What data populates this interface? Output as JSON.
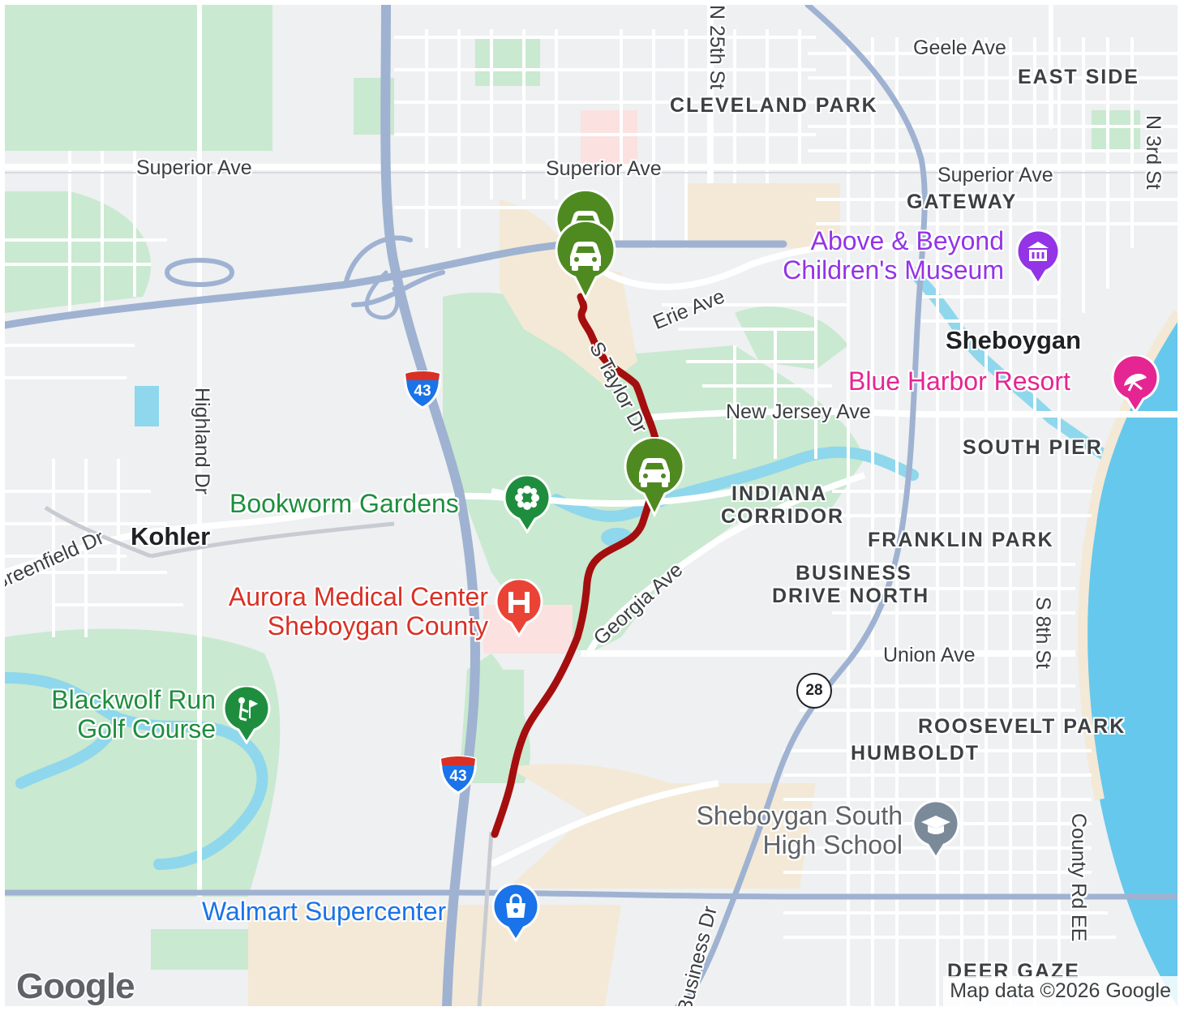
{
  "map": {
    "attribution": "Map data ©2026 Google",
    "logo": "Google",
    "colors": {
      "land": "#eef0f2",
      "park": "#c9e9d0",
      "water": "#8fd7ec",
      "lake": "#66c8ec",
      "road": "#ffffff",
      "highway": "#9fb2d1",
      "route": "#a50e0e",
      "marker": "#4f8a21"
    },
    "streets": {
      "superior_ave_1": "Superior Ave",
      "superior_ave_2": "Superior Ave",
      "superior_ave_3": "Superior Ave",
      "geele_ave": "Geele Ave",
      "n_25th_st": "N 25th St",
      "n_3rd_st": "N 3rd St",
      "erie_ave": "Erie Ave",
      "s_taylor_dr": "S Taylor Dr",
      "new_jersey_ave": "New Jersey Ave",
      "highland_dr": "Highland Dr",
      "greenfield_dr": "Greenfield Dr",
      "georgia_ave": "Georgia Ave",
      "union_ave": "Union Ave",
      "s_8th_st": "S 8th St",
      "business_dr": "Business Dr",
      "county_rd_ee": "County Rd EE"
    },
    "neighborhoods": {
      "east_side": "EAST SIDE",
      "cleveland_park": "CLEVELAND PARK",
      "gateway": "GATEWAY",
      "south_pier": "SOUTH PIER",
      "indiana_corridor_1": "INDIANA",
      "indiana_corridor_2": "CORRIDOR",
      "franklin_park": "FRANKLIN PARK",
      "business_drive_north_1": "BUSINESS",
      "business_drive_north_2": "DRIVE NORTH",
      "roosevelt_park": "ROOSEVELT PARK",
      "humboldt": "HUMBOLDT",
      "deer_gaze": "DEER GAZE"
    },
    "cities": {
      "kohler": "Kohler",
      "sheboygan": "Sheboygan"
    },
    "pois": {
      "museum_1": "Above & Beyond",
      "museum_2": "Children's Museum",
      "resort": "Blue Harbor Resort",
      "gardens": "Bookworm Gardens",
      "hospital_1": "Aurora Medical Center",
      "hospital_2": "Sheboygan County",
      "golf_1": "Blackwolf Run",
      "golf_2": "Golf Course",
      "school_1": "Sheboygan South",
      "school_2": "High School",
      "walmart": "Walmart Supercenter"
    },
    "shields": {
      "i43_a": "43",
      "i43_b": "43",
      "wi28": "28"
    },
    "markers": [
      {
        "name": "car-marker-1",
        "icon": "car-icon"
      },
      {
        "name": "car-marker-2",
        "icon": "car-icon"
      },
      {
        "name": "car-marker-3",
        "icon": "car-icon"
      }
    ]
  }
}
